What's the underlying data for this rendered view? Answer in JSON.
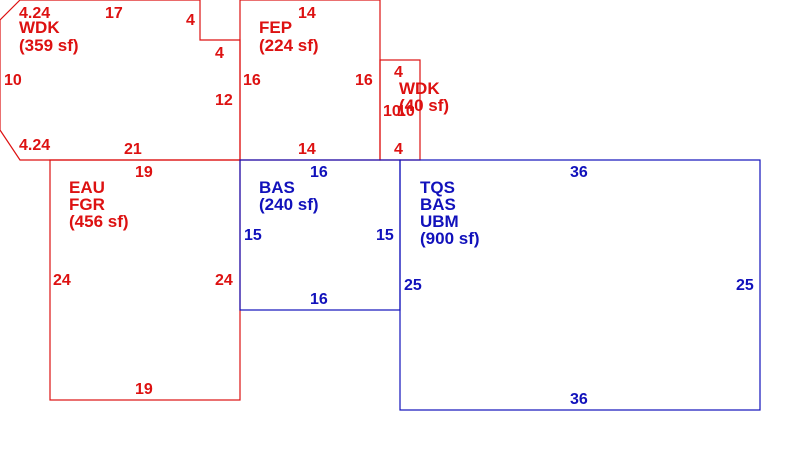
{
  "colors": {
    "red": "#dd1111",
    "blue": "#1111bb"
  },
  "areas": {
    "wdk_top": {
      "code": "WDK",
      "area": "(359 sf)",
      "dims": {
        "top_left_diag": "4.24",
        "top": "17",
        "notch_v": "4",
        "notch_h": "4",
        "left": "10",
        "right": "12",
        "bottom_left_diag": "4.24",
        "bottom": "21"
      }
    },
    "fep": {
      "code": "FEP",
      "area": "(224 sf)",
      "dims": {
        "top": "14",
        "left": "16",
        "right": "16",
        "bottom": "14"
      }
    },
    "wdk_small": {
      "code": "WDK",
      "area": "(40 sf)",
      "dims": {
        "top": "4",
        "left": "10",
        "right": "10",
        "bottom": "4"
      }
    },
    "eau": {
      "codes": [
        "EAU",
        "FGR"
      ],
      "area": "(456 sf)",
      "dims": {
        "top": "19",
        "left": "24",
        "right": "24",
        "bottom": "19"
      }
    },
    "bas": {
      "code": "BAS",
      "area": "(240 sf)",
      "dims": {
        "top": "16",
        "left": "15",
        "right": "15",
        "bottom": "16"
      }
    },
    "tqs": {
      "codes": [
        "TQS",
        "BAS",
        "UBM"
      ],
      "area": "(900 sf)",
      "dims": {
        "top": "36",
        "left": "25",
        "right": "25",
        "bottom": "36"
      }
    }
  }
}
